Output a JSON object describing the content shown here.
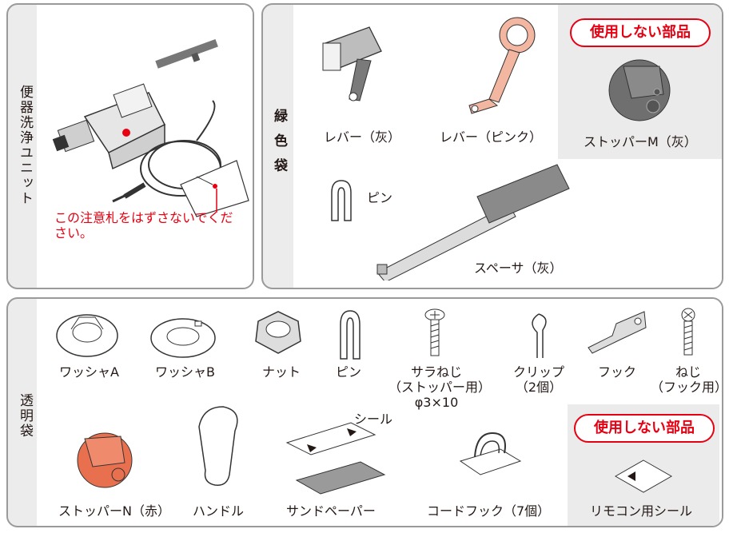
{
  "panel_unit": {
    "title": "便器洗浄ユニット",
    "warning": "この注意札をはずさないでください。"
  },
  "panel_green": {
    "title": "緑色袋",
    "items": [
      "レバー（灰）",
      "レバー（ピンク）",
      "ピン",
      "スペーサ（灰）"
    ],
    "unused_badge": "使用しない部品",
    "unused_item": "ストッパーM（灰）"
  },
  "panel_clear": {
    "title": "透明袋",
    "row1": [
      "ワッシャA",
      "ワッシャB",
      "ナット",
      "ピン",
      "サラねじ\n（ストッパー用）\nφ3×10",
      "クリップ\n（2個）",
      "フック",
      "ねじ\n（フック用）"
    ],
    "seal_label": "シール",
    "row2": [
      "ストッパーN（赤）",
      "ハンドル",
      "サンドペーパー",
      "コードフック（7個）"
    ],
    "unused_badge": "使用しない部品",
    "unused_item": "リモコン用シール"
  },
  "colors": {
    "warning_red": "#e60012",
    "stopper_n": "#e8704f",
    "lever_pink": "#f3b6a0",
    "stopper_m": "#6f6f6f"
  }
}
